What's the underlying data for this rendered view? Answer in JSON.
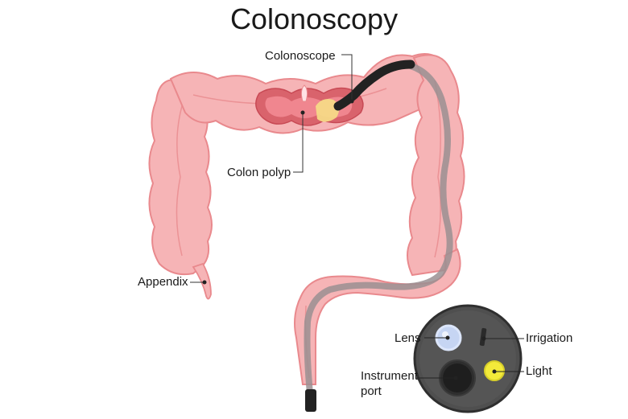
{
  "title": "Colonoscopy",
  "labels": {
    "colonoscope": "Colonoscope",
    "colon_polyp": "Colon polyp",
    "appendix": "Appendix",
    "lens": "Lens",
    "irrigation": "Irrigation",
    "instrument_line1": "Instrument",
    "instrument_line2": "port",
    "light": "Light"
  },
  "colors": {
    "colon_fill": "#f6b4b6",
    "colon_stroke": "#e9898d",
    "colon_inner": "#d9636c",
    "scope_tube": "#9a8f92",
    "scope_black": "#222222",
    "tip_disc": "#4f4f4f",
    "lens": "#c6d5f3",
    "light": "#f3ea3a",
    "polyp": "#f6d987"
  }
}
